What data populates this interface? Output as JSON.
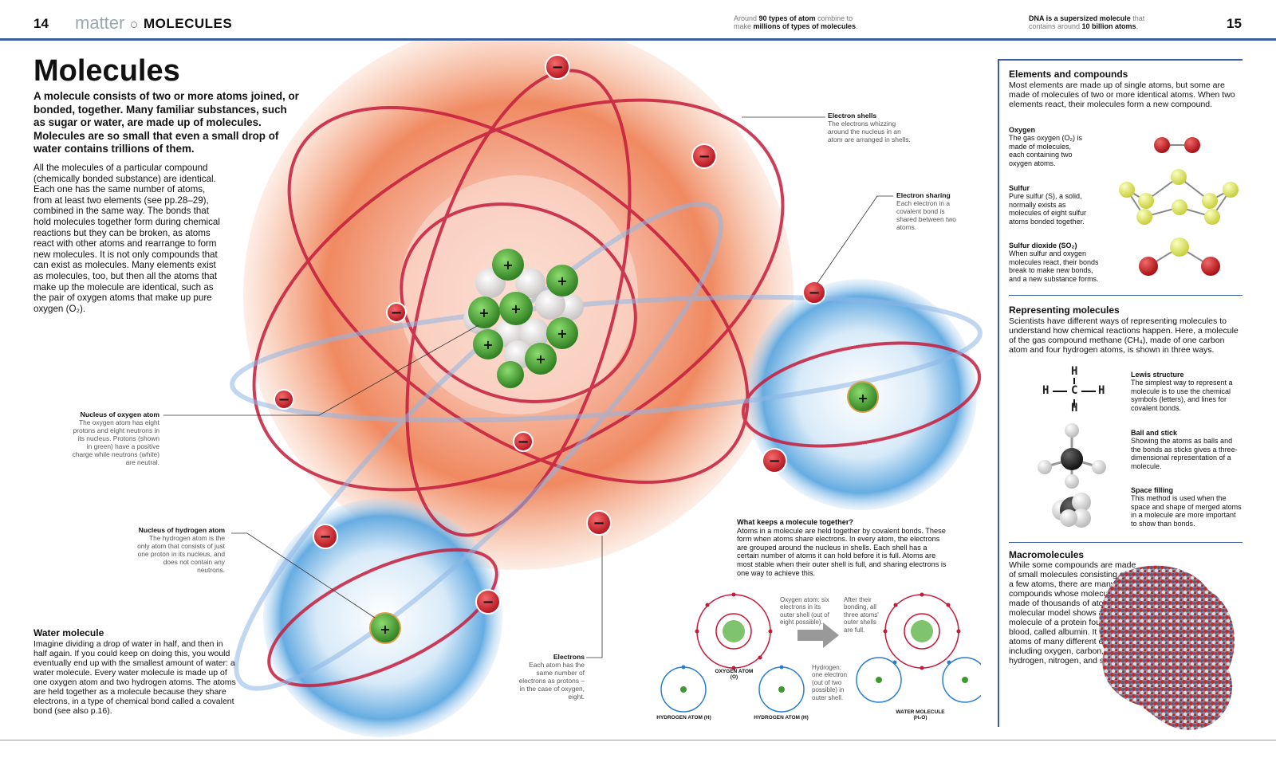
{
  "header": {
    "page_left": "14",
    "section": "matter",
    "subsection": "MOLECULES",
    "page_right": "15",
    "fact1": {
      "pre": "Around ",
      "b1": "90 types of atom",
      "mid": " combine to make ",
      "b2": "millions of types of molecules",
      "post": "."
    },
    "fact2": {
      "b1": "DNA is a supersized molecule",
      "mid": " that contains around ",
      "b2": "10 billion atoms",
      "post": "."
    }
  },
  "main": {
    "title": "Molecules",
    "intro": "A molecule consists of two or more atoms joined, or bonded, together. Many familiar substances, such as sugar or water, are made up of molecules. Molecules are so small that even a small drop of water contains trillions of them.",
    "body": "All the molecules of a particular compound (chemically bonded substance) are identical. Each one has the same number of atoms, from at least two elements (see pp.28–29), combined in the same way. The bonds that hold molecules together form during chemical reactions but they can be broken, as atoms react with other atoms and rearrange to form new molecules. It is not only compounds that can exist as molecules. Many elements exist as molecules, too, but then all the atoms that make up the molecule are identical, such as the pair of oxygen atoms that make up pure oxygen (O₂)."
  },
  "labels": {
    "nucleus_o": {
      "title": "Nucleus of oxygen atom",
      "text": "The oxygen atom has eight protons and eight neutrons in its nucleus. Protons (shown in green) have a positive charge while neutrons (white) are neutral."
    },
    "nucleus_h": {
      "title": "Nucleus of hydrogen atom",
      "text": "The hydrogen atom is the only atom that consists of just one proton in its nucleus, and does not contain any neutrons."
    },
    "shells": {
      "title": "Electron shells",
      "text": "The electrons whizzing around the nucleus in an atom are arranged in shells."
    },
    "sharing": {
      "title": "Electron sharing",
      "text": "Each electron in a covalent bond is shared between two atoms."
    },
    "electrons": {
      "title": "Electrons",
      "text": "Each atom has the same number of electrons as protons – in the case of oxygen, eight."
    }
  },
  "water": {
    "title": "Water molecule",
    "text": "Imagine dividing a drop of water in half, and then in half again. If you could keep on doing this, you would eventually end up with the smallest amount of water: a water molecule. Every water molecule is made up of one oxygen atom and two hydrogen atoms. The atoms are held together as a molecule because they share electrons, in a type of chemical bond called a covalent bond (see also p.16)."
  },
  "together": {
    "title": "What keeps a molecule together?",
    "text": "Atoms in a molecule are held together by covalent bonds. These form when atoms share electrons. In every atom, the electrons are grouped around the nucleus in shells. Each shell has a certain number of atoms it can hold before it is full. Atoms are most stable when their outer shell is full, and sharing electrons is one way to achieve this.",
    "oxygen_atom_note": "Oxygen atom: six electrons in its outer shell (out of eight possible).",
    "after_note": "After their bonding, all three atoms' outer shells are full.",
    "hydrogen_note": "Hydrogen: one electron (out of two possible) in outer shell.",
    "cap_oxygen": "OXYGEN ATOM (O)",
    "cap_h1": "HYDROGEN ATOM (H)",
    "cap_h2": "HYDROGEN ATOM (H)",
    "cap_water": "WATER MOLECULE (H₂O)"
  },
  "sidebar": {
    "elements": {
      "title": "Elements and compounds",
      "text": "Most elements are made up of single atoms, but some are made of molecules of two or more identical atoms. When two elements react, their molecules form a new compound.",
      "items": [
        {
          "name": "Oxygen",
          "text": "The gas oxygen (O₂) is made of molecules, each containing two oxygen atoms."
        },
        {
          "name": "Sulfur",
          "text": "Pure sulfur (S), a solid, normally exists as molecules of eight sulfur atoms bonded together."
        },
        {
          "name": "Sulfur dioxide (SO₂)",
          "text": "When sulfur and oxygen molecules react, their bonds break to make new bonds, and a new substance forms."
        }
      ]
    },
    "representing": {
      "title": "Representing molecules",
      "text": "Scientists have different ways of representing molecules to understand how chemical reactions happen. Here, a molecule of the gas compound methane (CH₄), made of one carbon atom and four hydrogen atoms, is shown in three ways.",
      "items": [
        {
          "name": "Lewis structure",
          "text": "The simplest way to represent a molecule is to use the chemical symbols (letters), and lines for covalent bonds."
        },
        {
          "name": "Ball and stick",
          "text": "Showing the atoms as balls and the bonds as sticks gives a three-dimensional representation of a molecule."
        },
        {
          "name": "Space filling",
          "text": "This method is used when the space and shape of merged atoms in a molecule are more important to show than bonds."
        }
      ],
      "lewis": {
        "h": "H",
        "c": "C"
      }
    },
    "macro": {
      "title": "Macromolecules",
      "text": "While some compounds are made of small molecules consisting of just a few atoms, there are many compounds whose molecules are made of thousands of atoms. This molecular model shows a single molecule of a protein found in blood, called albumin. It contains atoms of many different elements, including oxygen, carbon, hydrogen, nitrogen, and sulfur."
    }
  },
  "symbols": {
    "minus": "−",
    "plus": "+"
  },
  "colors": {
    "accent": "#3b5f9e",
    "electron": "#d0202c",
    "proton": "#3e9a2e",
    "oxygen_glow": "#e8743c",
    "hydrogen_glow": "#7fb4e6"
  }
}
